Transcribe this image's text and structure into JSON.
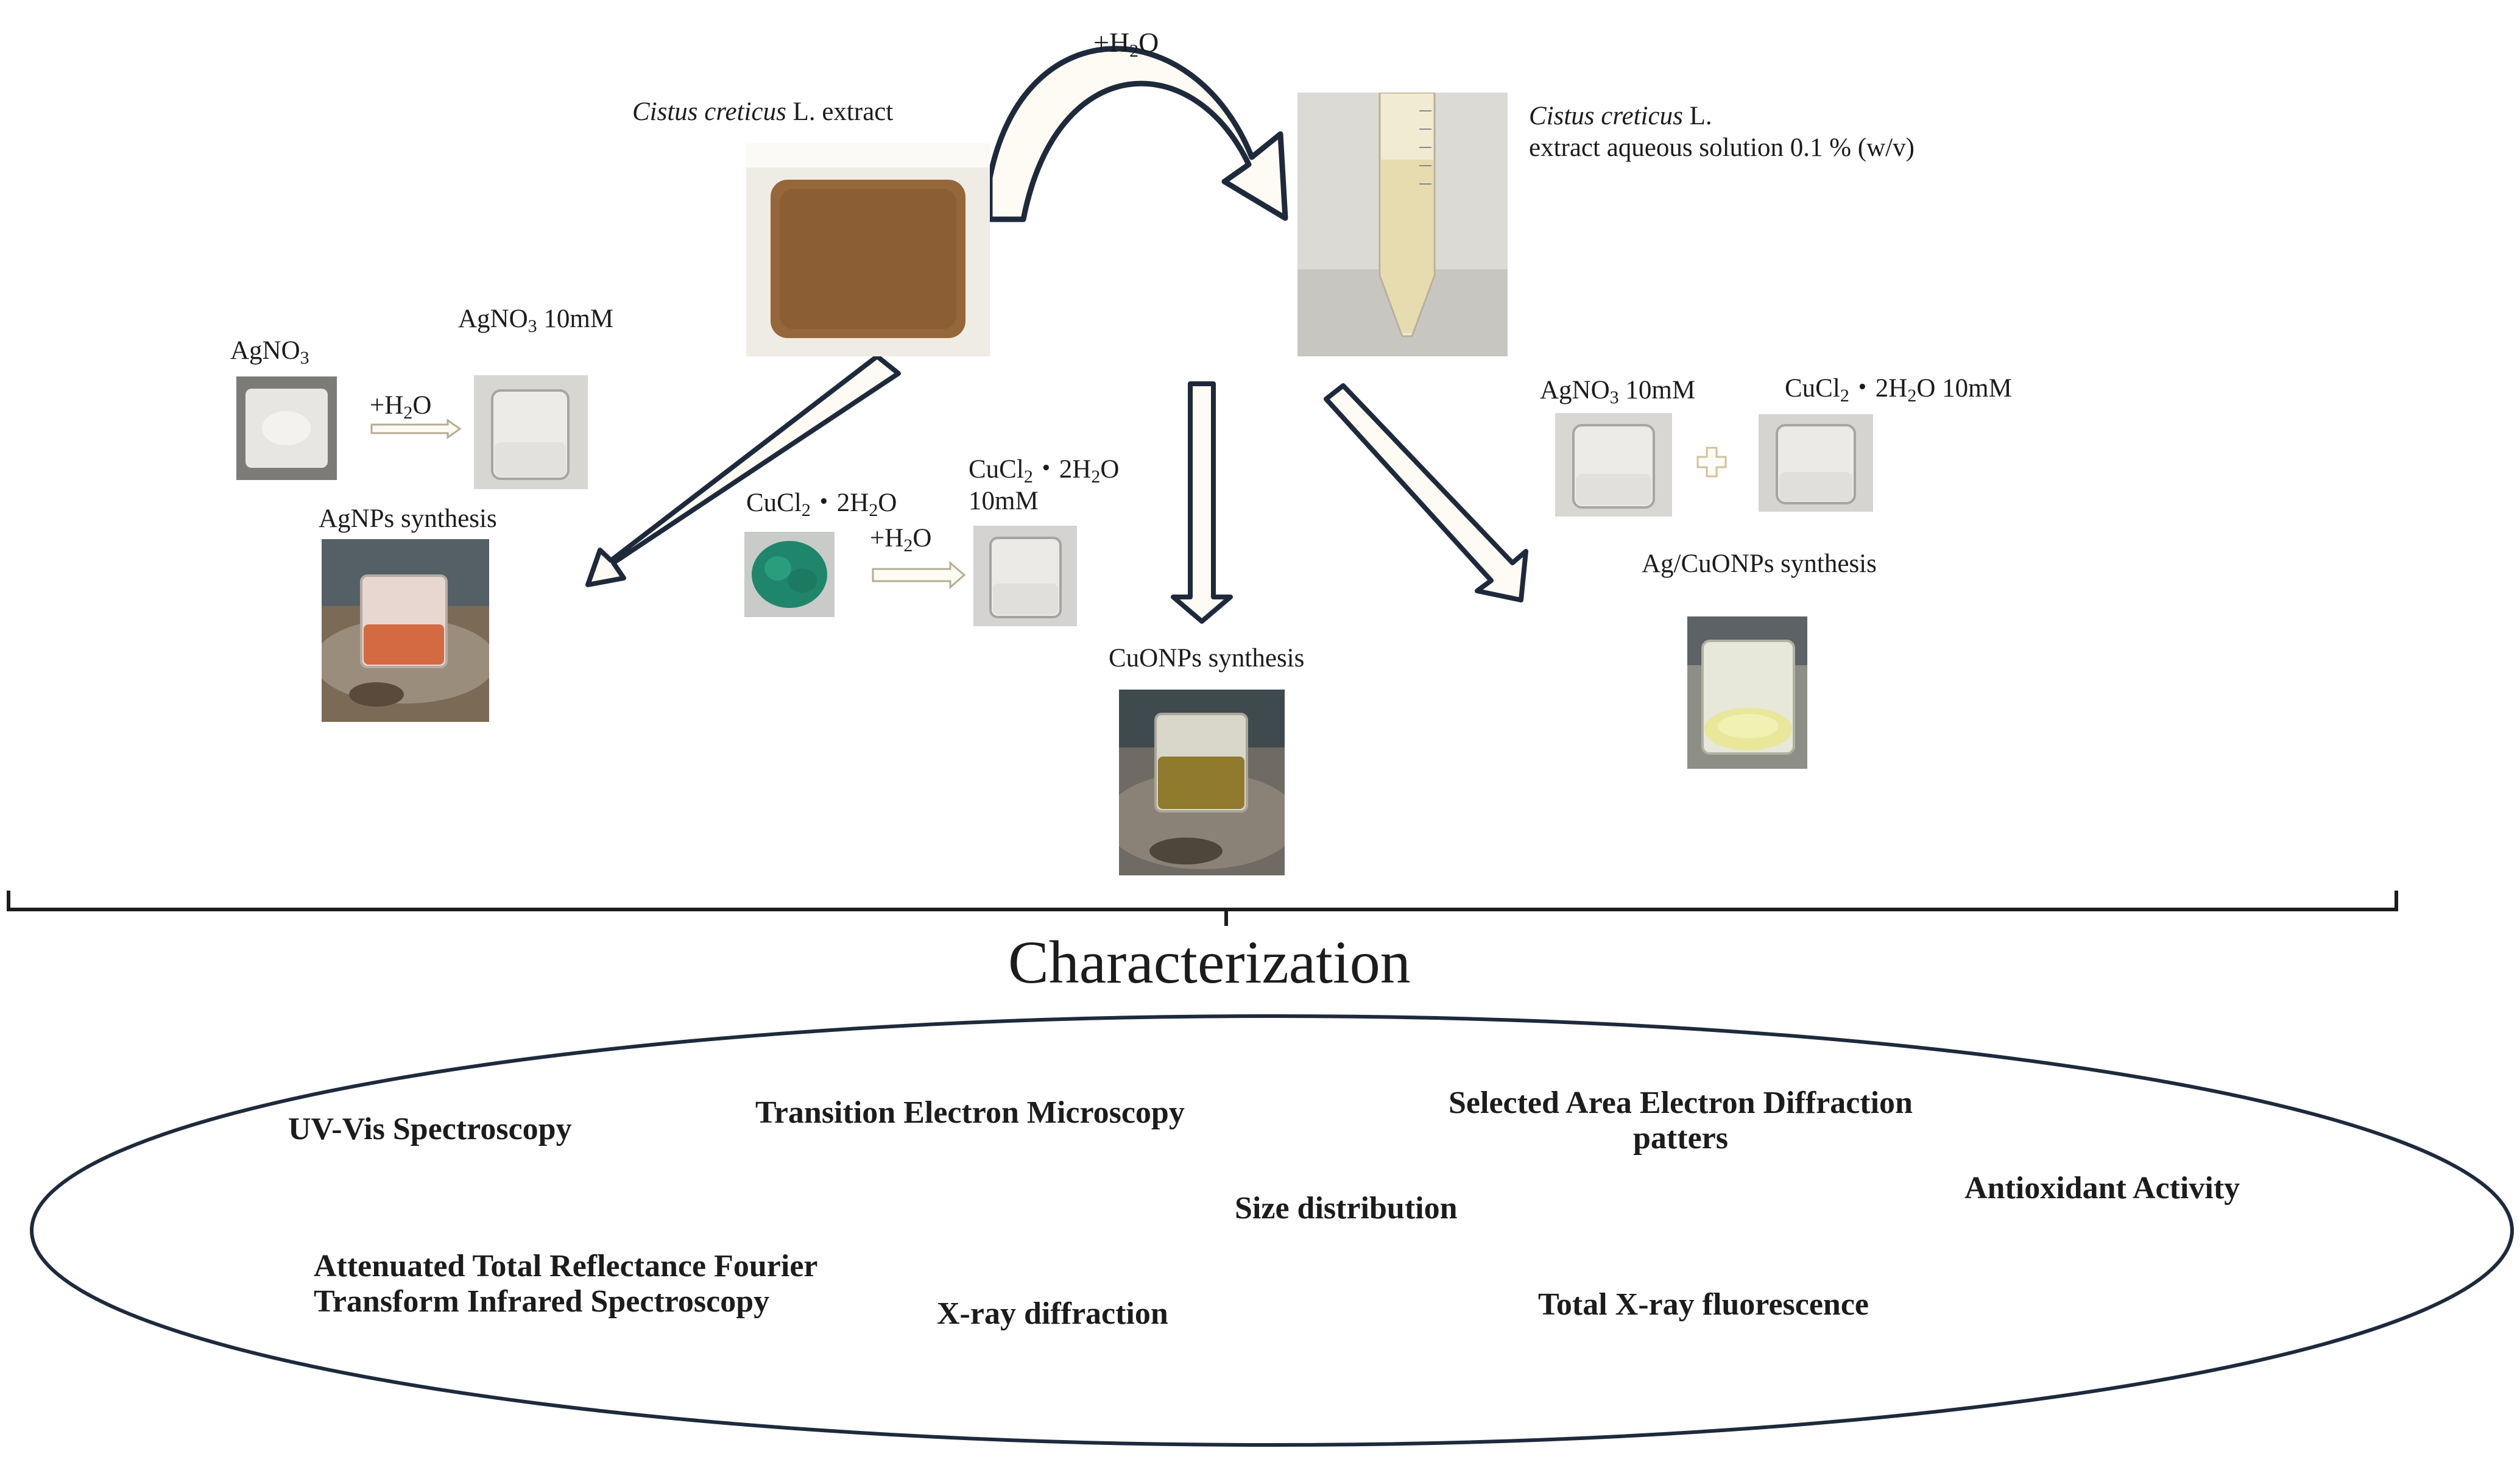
{
  "top_water": {
    "prefix": "+H",
    "sub": "2",
    "suffix": "O"
  },
  "extract": {
    "name": "Cistus creticus",
    "rest": " L. extract"
  },
  "solution": {
    "name": "Cistus creticus",
    "rest": " L.",
    "line2": "extract aqueous solution 0.1 % (w/v)"
  },
  "agno3_left": {
    "prefix": "AgNO",
    "sub": "3"
  },
  "agno3_10mm_left": {
    "prefix": "AgNO",
    "sub": "3",
    "suffix": " 10mM"
  },
  "water_left": {
    "prefix": "+H",
    "sub": "2",
    "suffix": "O"
  },
  "agnps": "AgNPs synthesis",
  "cucl2_mid": {
    "prefix": "CuCl",
    "sub1": "2",
    "mid": "・2H",
    "sub2": "2",
    "suffix": "O"
  },
  "water_mid": {
    "prefix": "+H",
    "sub": "2",
    "suffix": "O"
  },
  "cucl2_10mm_mid": {
    "prefix": "CuCl",
    "sub1": "2",
    "mid": "・2H",
    "sub2": "2",
    "suffix": "O",
    "line2": "10mM"
  },
  "cuonps": "CuONPs synthesis",
  "agno3_10mm_right": {
    "prefix": "AgNO",
    "sub": "3",
    "suffix": " 10mM"
  },
  "cucl2_10mm_right": {
    "prefix": "CuCl",
    "sub1": "2",
    "mid": "・2H",
    "sub2": "2",
    "suffix": "O 10mM"
  },
  "agcuonps": "Ag/CuONPs synthesis",
  "characterization": {
    "title": "Characterization",
    "items": [
      {
        "line1": "UV-Vis Spectroscopy"
      },
      {
        "line1": "Transition Electron Microscopy"
      },
      {
        "line1": "Selected Area Electron Diffraction",
        "line2": "patters"
      },
      {
        "line1": "Antioxidant Activity"
      },
      {
        "line1": "Size distribution"
      },
      {
        "line1": "Attenuated Total Reflectance Fourier",
        "line2": "Transform Infrared Spectroscopy"
      },
      {
        "line1": "X-ray diffraction"
      },
      {
        "line1": "Total X-ray fluorescence"
      }
    ]
  },
  "colors": {
    "arrow_stroke": "#1e2a3c",
    "arrow_fill": "#fdfbf3",
    "line": "#1c1c1c"
  }
}
